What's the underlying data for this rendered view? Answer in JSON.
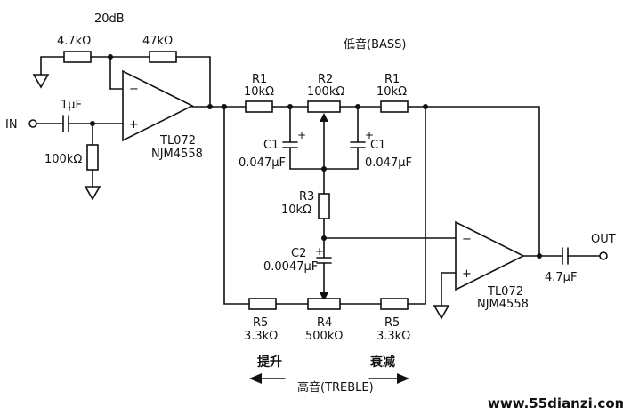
{
  "labels": {
    "gain": "20dB",
    "input": "IN",
    "output": "OUT",
    "bass_title": "低音(BASS)",
    "treble_title": "高音(TREBLE)",
    "boost": "提升",
    "cut": "衰减",
    "watermark": "www.55dianzi.com"
  },
  "components": {
    "r_in_gnd": "4.7kΩ",
    "r_feedback": "47kΩ",
    "c_in": "1μF",
    "r_bias": "100kΩ",
    "opamp1_model": "TL072",
    "opamp1_alt": "NJM4558",
    "r1_left_name": "R1",
    "r1_left_value": "10kΩ",
    "r2_name": "R2",
    "r2_value": "100kΩ",
    "r1_right_name": "R1",
    "r1_right_value": "10kΩ",
    "c1_left_name": "C1",
    "c1_left_value": "0.047μF",
    "c1_right_name": "C1",
    "c1_right_value": "0.047μF",
    "r3_name": "R3",
    "r3_value": "10kΩ",
    "c2_name": "C2",
    "c2_value": "0.0047μF",
    "r5_left_name": "R5",
    "r5_left_value": "3.3kΩ",
    "r4_name": "R4",
    "r4_value": "500kΩ",
    "r5_right_name": "R5",
    "r5_right_value": "3.3kΩ",
    "opamp2_model": "TL072",
    "opamp2_alt": "NJM4558",
    "c_out": "4.7μF"
  }
}
